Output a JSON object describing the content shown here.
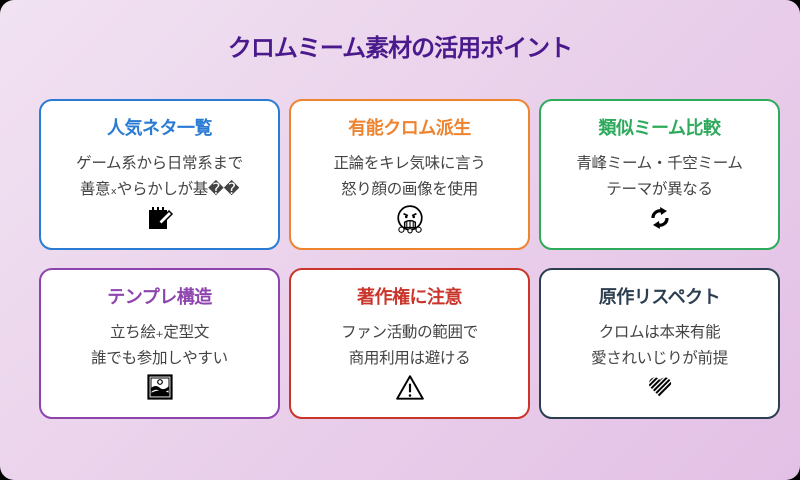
{
  "title": "クロムミーム素材の活用ポイント",
  "colors": {
    "title": "#4a1a8c",
    "blue": "#2a7bd4",
    "orange": "#ee8330",
    "green": "#2eaa5c",
    "purple": "#8e44ad",
    "red": "#c9352b",
    "navy": "#2c3e50"
  },
  "cards": [
    {
      "title": "人気ネタ一覧",
      "line1": "ゲーム系から日常系まで",
      "line2": "善意ₓやらかしが基��",
      "icon": "memo-pencil-icon",
      "color": "#2a7bd4"
    },
    {
      "title": "有能クロム派生",
      "line1": "正論をキレ気味に言う",
      "line2": "怒り顔の画像を使用",
      "icon": "angry-face-icon",
      "color": "#ee8330"
    },
    {
      "title": "類似ミーム比較",
      "line1": "青峰ミーム・千空ミーム",
      "line2": "テーマが異なる",
      "icon": "refresh-arrows-icon",
      "color": "#2eaa5c"
    },
    {
      "title": "テンプレ構造",
      "line1": "立ち絵₊定型文",
      "line2": "誰でも参加しやすい",
      "icon": "framed-picture-icon",
      "color": "#8e44ad"
    },
    {
      "title": "著作権に注意",
      "line1": "ファン活動の範囲で",
      "line2": "商用利用は避ける",
      "icon": "warning-icon",
      "color": "#c9352b"
    },
    {
      "title": "原作リスペクト",
      "line1": "クロムは本来有能",
      "line2": "愛されいじりが前提",
      "icon": "striped-heart-icon",
      "color": "#2c3e50"
    }
  ]
}
